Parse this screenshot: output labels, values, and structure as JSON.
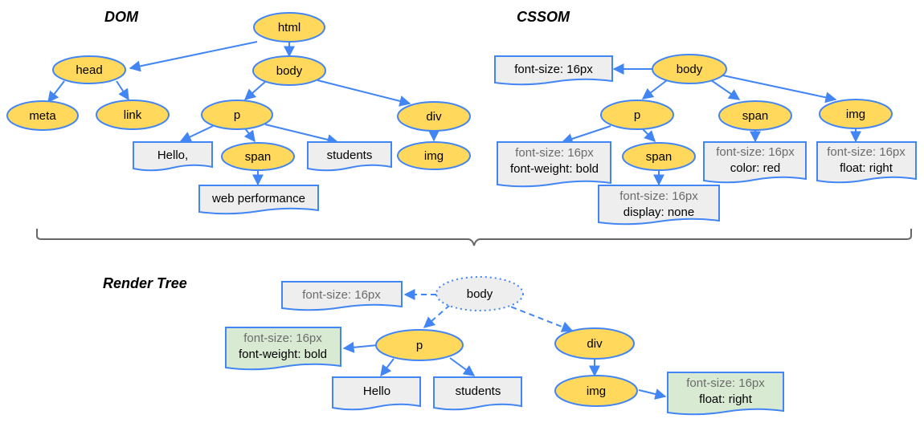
{
  "titles": {
    "dom": "DOM",
    "cssom": "CSSOM",
    "render": "Render Tree"
  },
  "colors": {
    "node_fill": "#ffd85c",
    "node_stroke": "#4285f4",
    "doc_fill": "#eeeeee",
    "doc_render_fill": "#d9ead3",
    "doc_stroke": "#4285f4",
    "edge": "#4285f4",
    "brace": "#666666",
    "grey_text": "#6b6b6b"
  },
  "dom": {
    "html": "html",
    "head": "head",
    "body": "body",
    "meta": "meta",
    "link": "link",
    "p": "p",
    "div": "div",
    "span": "span",
    "img": "img",
    "text_hello": "Hello,",
    "text_students": "students",
    "text_web_performance": "web performance"
  },
  "cssom": {
    "body": "body",
    "body_style": "font-size: 16px",
    "p": "p",
    "p_style_inherited": "font-size: 16px",
    "p_style": "font-weight: bold",
    "span": "span",
    "span_style_inherited": "font-size: 16px",
    "span_style": "color: red",
    "img": "img",
    "img_style_inherited": "font-size: 16px",
    "img_style": "float: right",
    "p_span": "span",
    "p_span_style_inherited": "font-size: 16px",
    "p_span_style": "display: none"
  },
  "render": {
    "body": "body",
    "body_style": "font-size: 16px",
    "p": "p",
    "p_style_inherited": "font-size: 16px",
    "p_style": "font-weight: bold",
    "div": "div",
    "img": "img",
    "img_style_inherited": "font-size: 16px",
    "img_style": "float: right",
    "text_hello": "Hello",
    "text_students": "students"
  }
}
